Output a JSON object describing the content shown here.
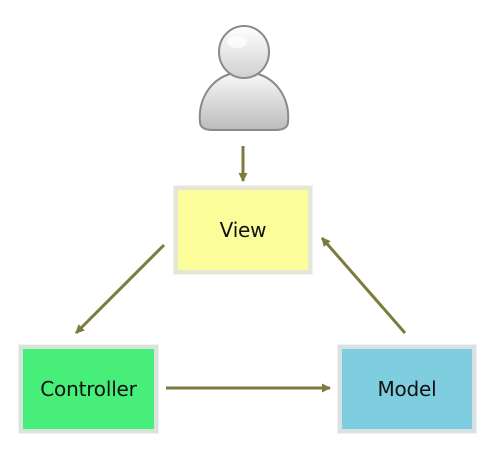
{
  "diagram": {
    "nodes": {
      "view": {
        "label": "View",
        "fill": "#fbfc9a"
      },
      "controller": {
        "label": "Controller",
        "fill": "#47ee79"
      },
      "model": {
        "label": "Model",
        "fill": "#7fcedf"
      }
    },
    "edges": [
      {
        "from": "user",
        "to": "view"
      },
      {
        "from": "view",
        "to": "controller"
      },
      {
        "from": "controller",
        "to": "model"
      },
      {
        "from": "model",
        "to": "view"
      }
    ],
    "arrow_color": "#7b7b3d",
    "user_icon": "user-silhouette-icon"
  }
}
